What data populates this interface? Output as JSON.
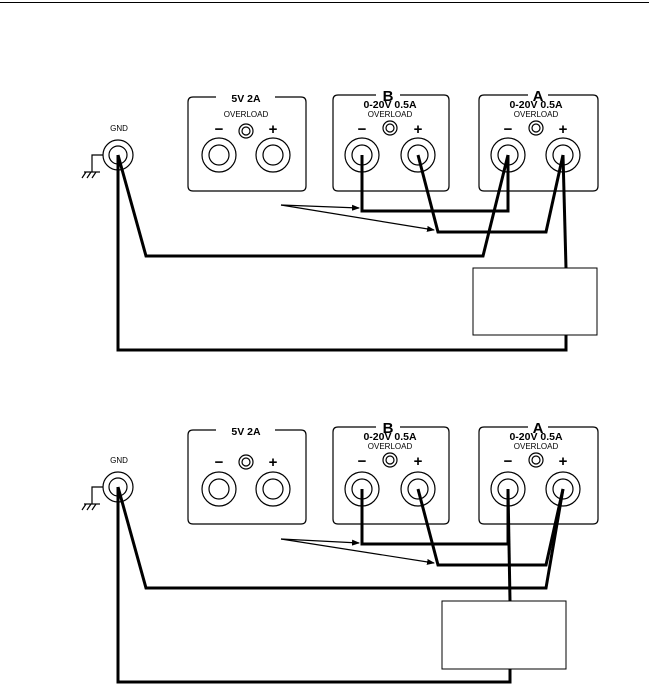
{
  "gnd_label": "GND",
  "overload_label": "OVERLOAD",
  "minus_sign": "−",
  "plus_sign": "+",
  "fixed_supply": {
    "rating": "5V   2A"
  },
  "channel_b": {
    "letter": "B",
    "rating": "0-20V  0.5A"
  },
  "channel_a": {
    "letter": "A",
    "rating": "0-20V  0.5A"
  },
  "panels": [
    "top",
    "bottom"
  ]
}
